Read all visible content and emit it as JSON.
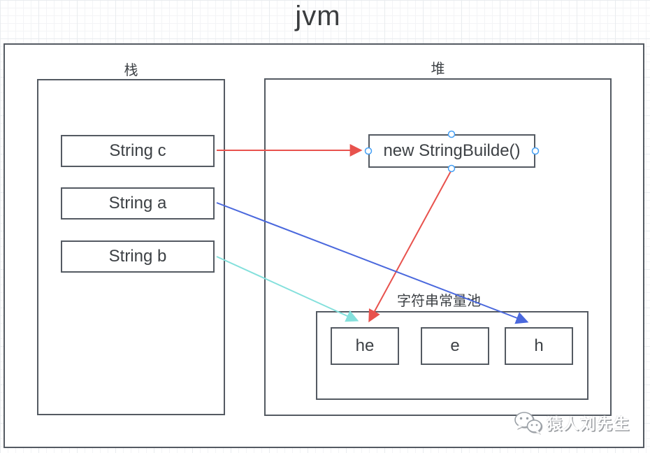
{
  "title": "jvm",
  "regions": {
    "stack": {
      "label": "栈",
      "items": [
        {
          "label": "String c"
        },
        {
          "label": "String a"
        },
        {
          "label": "String b"
        }
      ]
    },
    "heap": {
      "label": "堆",
      "string_builder_label": "new StringBuilde()",
      "constant_pool": {
        "label": "字符串常量池",
        "items": [
          {
            "label": "he"
          },
          {
            "label": "e"
          },
          {
            "label": "h"
          }
        ]
      }
    }
  },
  "arrows": [
    {
      "name": "c-to-stringbuilder",
      "from": "String c",
      "to": "new StringBuilde()",
      "color": "#e8524d"
    },
    {
      "name": "stringbuilder-to-he",
      "from": "new StringBuilde()",
      "to": "he",
      "color": "#e8524d"
    },
    {
      "name": "a-to-h",
      "from": "String a",
      "to": "h",
      "color": "#4a68dd"
    },
    {
      "name": "b-to-he",
      "from": "String b",
      "to": "he",
      "color": "#84e0dc"
    }
  ],
  "colors": {
    "border": "#545a62",
    "red": "#e8524d",
    "blue": "#4a68dd",
    "cyan": "#84e0dc",
    "connection_point": "#45a0f5",
    "text": "#3d4145",
    "white": "#ffffff"
  },
  "watermark": {
    "label": "猿人刘先生",
    "icon": "wechat-chat-bubbles"
  }
}
